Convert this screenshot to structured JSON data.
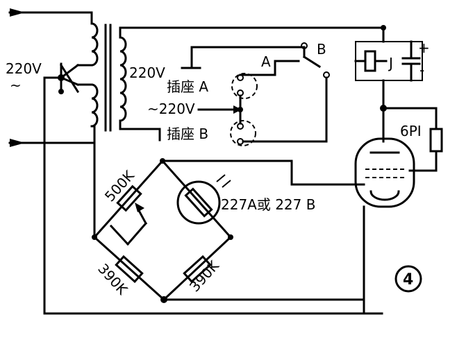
{
  "labels": {
    "mains_voltage": "220V",
    "mains_tilde": "~",
    "secondary_voltage": "220V",
    "socket_a": "插座 A",
    "socket_b": "插座 B",
    "ac_220": "~220V",
    "switch_a": "A",
    "switch_b": "B",
    "relay": "J",
    "plus": "+",
    "minus": "-",
    "tube": "6PI",
    "pot": "500K",
    "photocell": "227A或 227 B",
    "r_left": "390K",
    "r_right": "390K",
    "figure_number": "4"
  },
  "colors": {
    "ink": "#000000",
    "paper": "#ffffff"
  }
}
